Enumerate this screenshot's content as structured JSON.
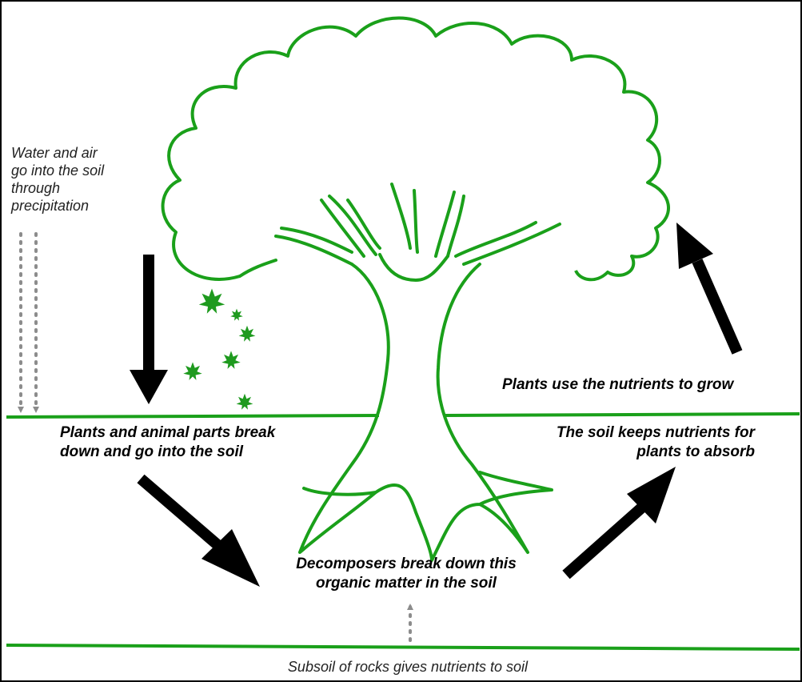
{
  "colors": {
    "tree_green": "#1aa01a",
    "soil_line": "#1aa01a",
    "arrow_black": "#000000",
    "dotted_gray": "#8c8c8c"
  },
  "icons": {
    "leaves": "maple-leaf-icon",
    "arrows": "arrow-icon"
  },
  "labels": {
    "water_air": "Water and air\ngo into the soil\nthrough\nprecipitation",
    "plants_use": "Plants use the nutrients to grow",
    "soil_keeps": "The soil keeps nutrients for\nplants to absorb",
    "plants_animal": "Plants and animal parts break\ndown and go into the soil",
    "decomposers": "Decomposers break down this\norganic matter in the soil",
    "subsoil": "Subsoil of rocks gives nutrients to soil"
  }
}
